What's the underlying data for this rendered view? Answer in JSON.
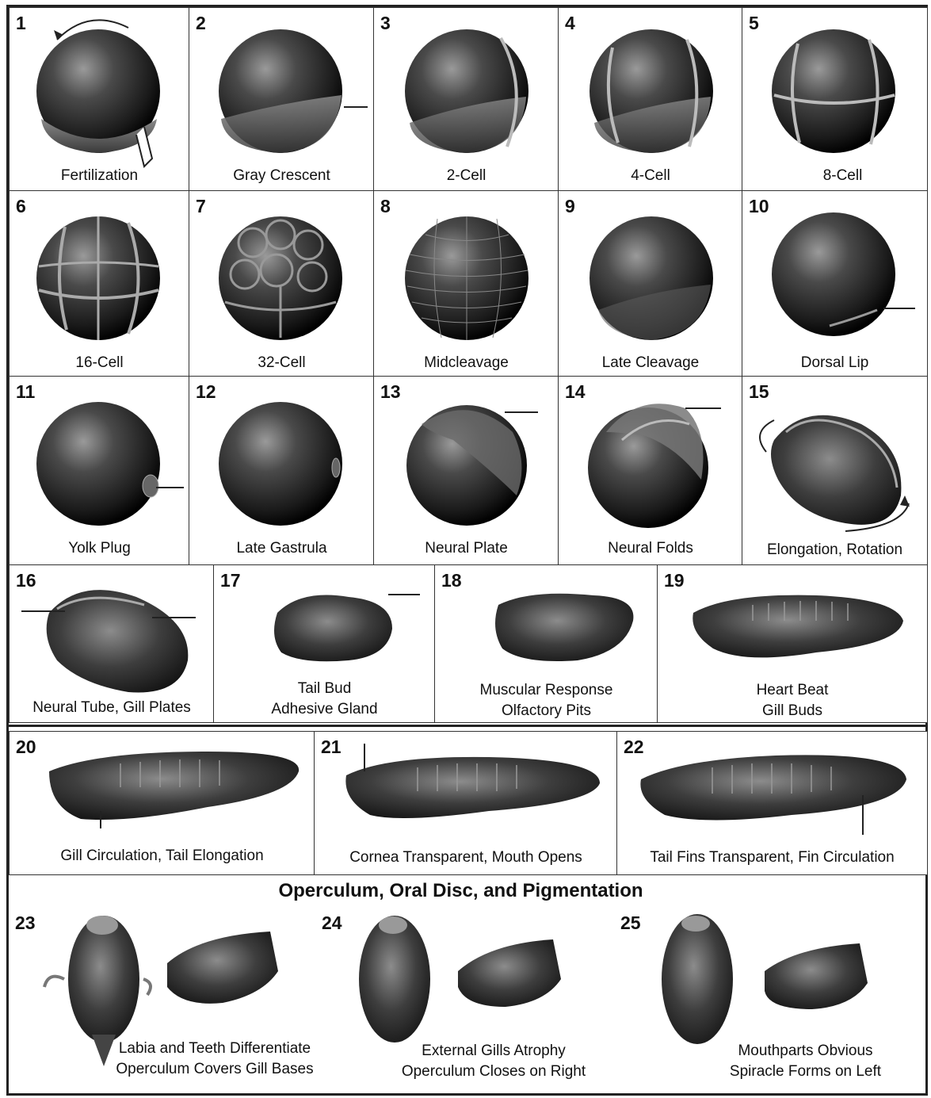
{
  "stages": [
    {
      "number": "1",
      "caption": [
        "Fertilization"
      ]
    },
    {
      "number": "2",
      "caption": [
        "Gray Crescent"
      ]
    },
    {
      "number": "3",
      "caption": [
        "2-Cell"
      ]
    },
    {
      "number": "4",
      "caption": [
        "4-Cell"
      ]
    },
    {
      "number": "5",
      "caption": [
        "8-Cell"
      ]
    },
    {
      "number": "6",
      "caption": [
        "16-Cell"
      ]
    },
    {
      "number": "7",
      "caption": [
        "32-Cell"
      ]
    },
    {
      "number": "8",
      "caption": [
        "Midcleavage"
      ]
    },
    {
      "number": "9",
      "caption": [
        "Late Cleavage"
      ]
    },
    {
      "number": "10",
      "caption": [
        "Dorsal Lip"
      ]
    },
    {
      "number": "11",
      "caption": [
        "Yolk Plug"
      ]
    },
    {
      "number": "12",
      "caption": [
        "Late Gastrula"
      ]
    },
    {
      "number": "13",
      "caption": [
        "Neural Plate"
      ]
    },
    {
      "number": "14",
      "caption": [
        "Neural Folds"
      ]
    },
    {
      "number": "15",
      "caption": [
        "Elongation, Rotation"
      ]
    },
    {
      "number": "16",
      "caption": [
        "Neural Tube, Gill Plates"
      ]
    },
    {
      "number": "17",
      "caption": [
        "Tail Bud",
        "Adhesive Gland"
      ]
    },
    {
      "number": "18",
      "caption": [
        "Muscular Response",
        "Olfactory Pits"
      ]
    },
    {
      "number": "19",
      "caption": [
        "Heart Beat",
        "Gill Buds"
      ]
    },
    {
      "number": "20",
      "caption": [
        "Gill Circulation, Tail Elongation"
      ]
    },
    {
      "number": "21",
      "caption": [
        "Cornea Transparent, Mouth Opens"
      ]
    },
    {
      "number": "22",
      "caption": [
        "Tail Fins Transparent, Fin Circulation"
      ]
    },
    {
      "number": "23",
      "caption": [
        "Labia and Teeth Differentiate",
        "Operculum Covers Gill Bases"
      ]
    },
    {
      "number": "24",
      "caption": [
        "External Gills Atrophy",
        "Operculum Closes on Right"
      ]
    },
    {
      "number": "25",
      "caption": [
        "Mouthparts Obvious",
        "Spiracle Forms on Left"
      ]
    }
  ],
  "section_title": "Operculum, Oral Disc, and Pigmentation"
}
